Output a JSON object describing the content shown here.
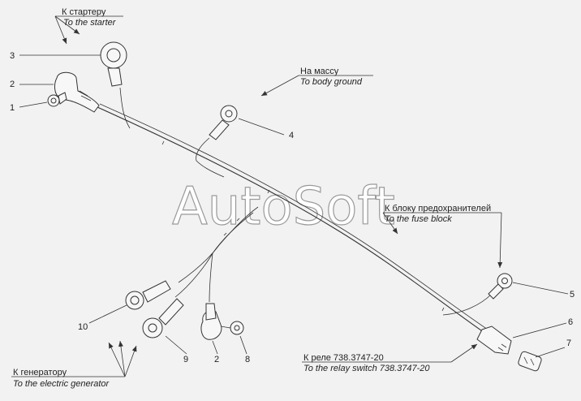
{
  "watermark": "AutoSoft",
  "labels": {
    "starter_ru": "К стартеру",
    "starter_en": "To the starter",
    "ground_ru": "На массу",
    "ground_en": "To body ground",
    "fuse_ru": "К блоку предохранителей",
    "fuse_en": "To the fuse block",
    "relay_ru": "К реле 738.3747-20",
    "relay_en": "To the relay switch 738.3747-20",
    "generator_ru": "К генератору",
    "generator_en": "To the electric generator"
  },
  "callouts": {
    "n1": "1",
    "n2a": "2",
    "n2b": "2",
    "n3": "3",
    "n4": "4",
    "n5": "5",
    "n6": "6",
    "n7": "7",
    "n8": "8",
    "n9": "9",
    "n10": "10"
  }
}
